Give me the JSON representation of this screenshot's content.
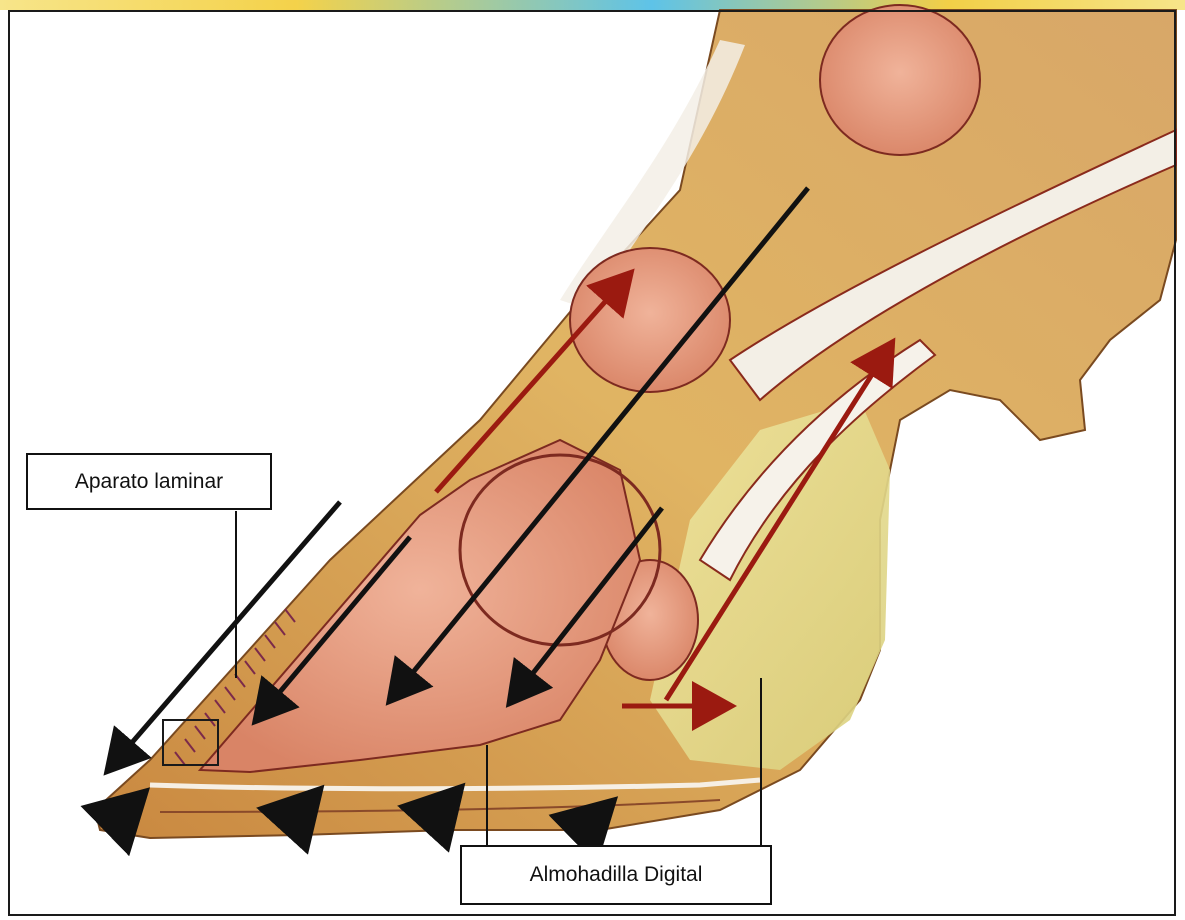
{
  "labels": {
    "aparato_laminar": "Aparato laminar",
    "almohadilla_digital": "Almohadilla Digital"
  },
  "colors": {
    "background": "#ffffff",
    "frame": "#1a1a1a",
    "black_arrow": "#111111",
    "red_arrow": "#9b1a10",
    "hoof_wall": "#d9a35a",
    "sole": "#c98b4e",
    "bone": "#e8a184",
    "tendon": "#f3efe6",
    "digital_cushion": "#e6dc8c"
  },
  "arrows": {
    "black_force_arrows": 4,
    "ground_reaction_arrows": 4,
    "red_arrows": 3
  },
  "icons": [
    "arrow-down-left-icon",
    "arrow-up-right-icon",
    "arrow-right-icon"
  ]
}
